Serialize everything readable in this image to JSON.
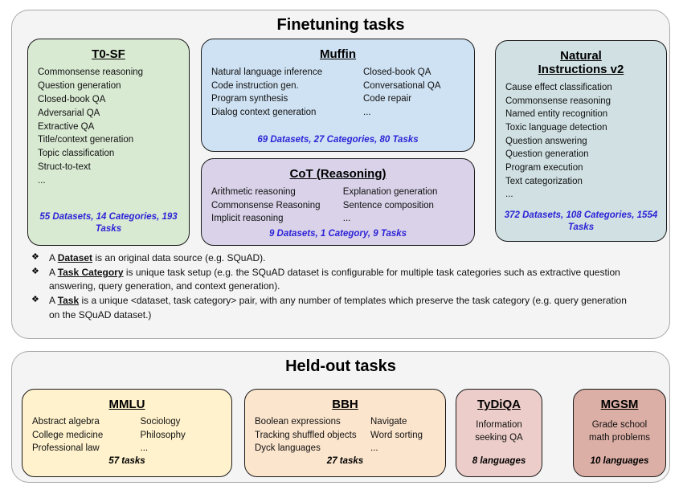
{
  "colors": {
    "t0sf_bg": "#d9ead3",
    "muffin_bg": "#cfe2f3",
    "cot_bg": "#d9d2e9",
    "niv2_bg": "#d0e0e3",
    "mmlu_bg": "#fff2cc",
    "bbh_bg": "#fce5cd",
    "tydiqa_bg": "#eccdc9",
    "mgsm_bg": "#dcafa6",
    "stats_blue": "#2d23d7",
    "panel_bg": "#f4f4f4"
  },
  "finetuning": {
    "title": "Finetuning tasks",
    "boxes": {
      "t0sf": {
        "title": "T0-SF",
        "items": [
          "Commonsense reasoning",
          "Question generation",
          "Closed-book QA",
          "Adversarial QA",
          "Extractive QA",
          "Title/context generation",
          "Topic classification",
          "Struct-to-text",
          "..."
        ],
        "stats": "55 Datasets, 14 Categories, 193 Tasks"
      },
      "muffin": {
        "title": "Muffin",
        "col1": [
          "Natural language inference",
          "Code instruction gen.",
          "Program synthesis",
          "Dialog context generation"
        ],
        "col2": [
          "Closed-book QA",
          "Conversational QA",
          "Code repair",
          "..."
        ],
        "stats": "69 Datasets, 27 Categories, 80 Tasks"
      },
      "cot": {
        "title": "CoT (Reasoning)",
        "col1": [
          "Arithmetic reasoning",
          "Commonsense Reasoning",
          "Implicit reasoning"
        ],
        "col2": [
          "Explanation generation",
          "Sentence composition",
          "..."
        ],
        "stats": "9 Datasets, 1 Category, 9 Tasks"
      },
      "niv2": {
        "title": "Natural Instructions v2",
        "items": [
          "Cause effect classification",
          "Commonsense reasoning",
          "Named entity recognition",
          "Toxic language detection",
          "Question answering",
          "Question generation",
          "Program execution",
          "Text categorization",
          "..."
        ],
        "stats": "372 Datasets, 108 Categories, 1554 Tasks"
      }
    },
    "notes": [
      {
        "bullet": "❖",
        "prefix": "A ",
        "term": "Dataset",
        "rest": " is an original data source (e.g. SQuAD)."
      },
      {
        "bullet": "❖",
        "prefix": "A ",
        "term": "Task Category",
        "rest": " is unique task setup (e.g. the SQuAD dataset is configurable for multiple task categories such as extractive question answering, query generation, and context generation)."
      },
      {
        "bullet": "❖",
        "prefix": "A ",
        "term": "Task",
        "rest": " is a unique <dataset, task category> pair, with any number of templates which preserve the task category (e.g. query generation on the SQuAD dataset.)"
      }
    ]
  },
  "heldout": {
    "title": "Held-out tasks",
    "boxes": {
      "mmlu": {
        "title": "MMLU",
        "col1": [
          "Abstract algebra",
          "College medicine",
          "Professional law"
        ],
        "col2": [
          "Sociology",
          "Philosophy",
          "..."
        ],
        "stats": "57 tasks"
      },
      "bbh": {
        "title": "BBH",
        "col1": [
          "Boolean expressions",
          "Tracking shuffled objects",
          "Dyck languages"
        ],
        "col2": [
          "Navigate",
          "Word sorting",
          "..."
        ],
        "stats": "27 tasks"
      },
      "tydiqa": {
        "title": "TyDiQA",
        "desc": "Information seeking QA",
        "stats": "8 languages"
      },
      "mgsm": {
        "title": "MGSM",
        "desc": "Grade school math problems",
        "stats": "10 languages"
      }
    }
  }
}
